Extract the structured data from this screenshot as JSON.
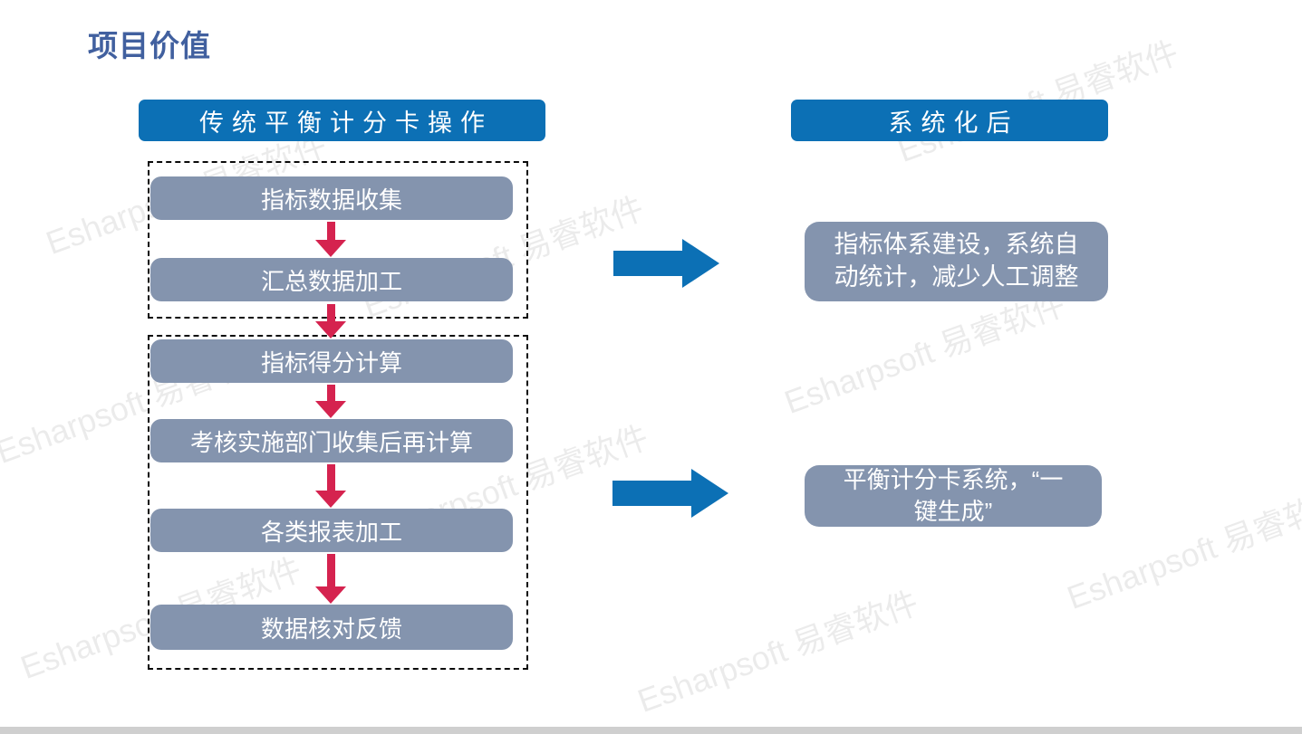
{
  "slide": {
    "title": "项目价值"
  },
  "headers": {
    "left": "传统平衡计分卡操作",
    "right": "系统化后"
  },
  "flow": {
    "steps": [
      "指标数据收集",
      "汇总数据加工",
      "指标得分计算",
      "考核实施部门收集后再计算",
      "各类报表加工",
      "数据核对反馈"
    ]
  },
  "results": {
    "box1": {
      "line1": "指标体系建设，系统自",
      "line2": "动统计，减少人工调整"
    },
    "box2": {
      "line1": "平衡计分卡系统，“一",
      "line2": "键生成”"
    }
  },
  "watermark": {
    "text": "Esharpsoft 易睿软件"
  },
  "colors": {
    "accent_blue": "#0C70B5",
    "box_gray": "#8494AE",
    "arrow_red": "#D5234F",
    "title_blue": "#41609F"
  }
}
